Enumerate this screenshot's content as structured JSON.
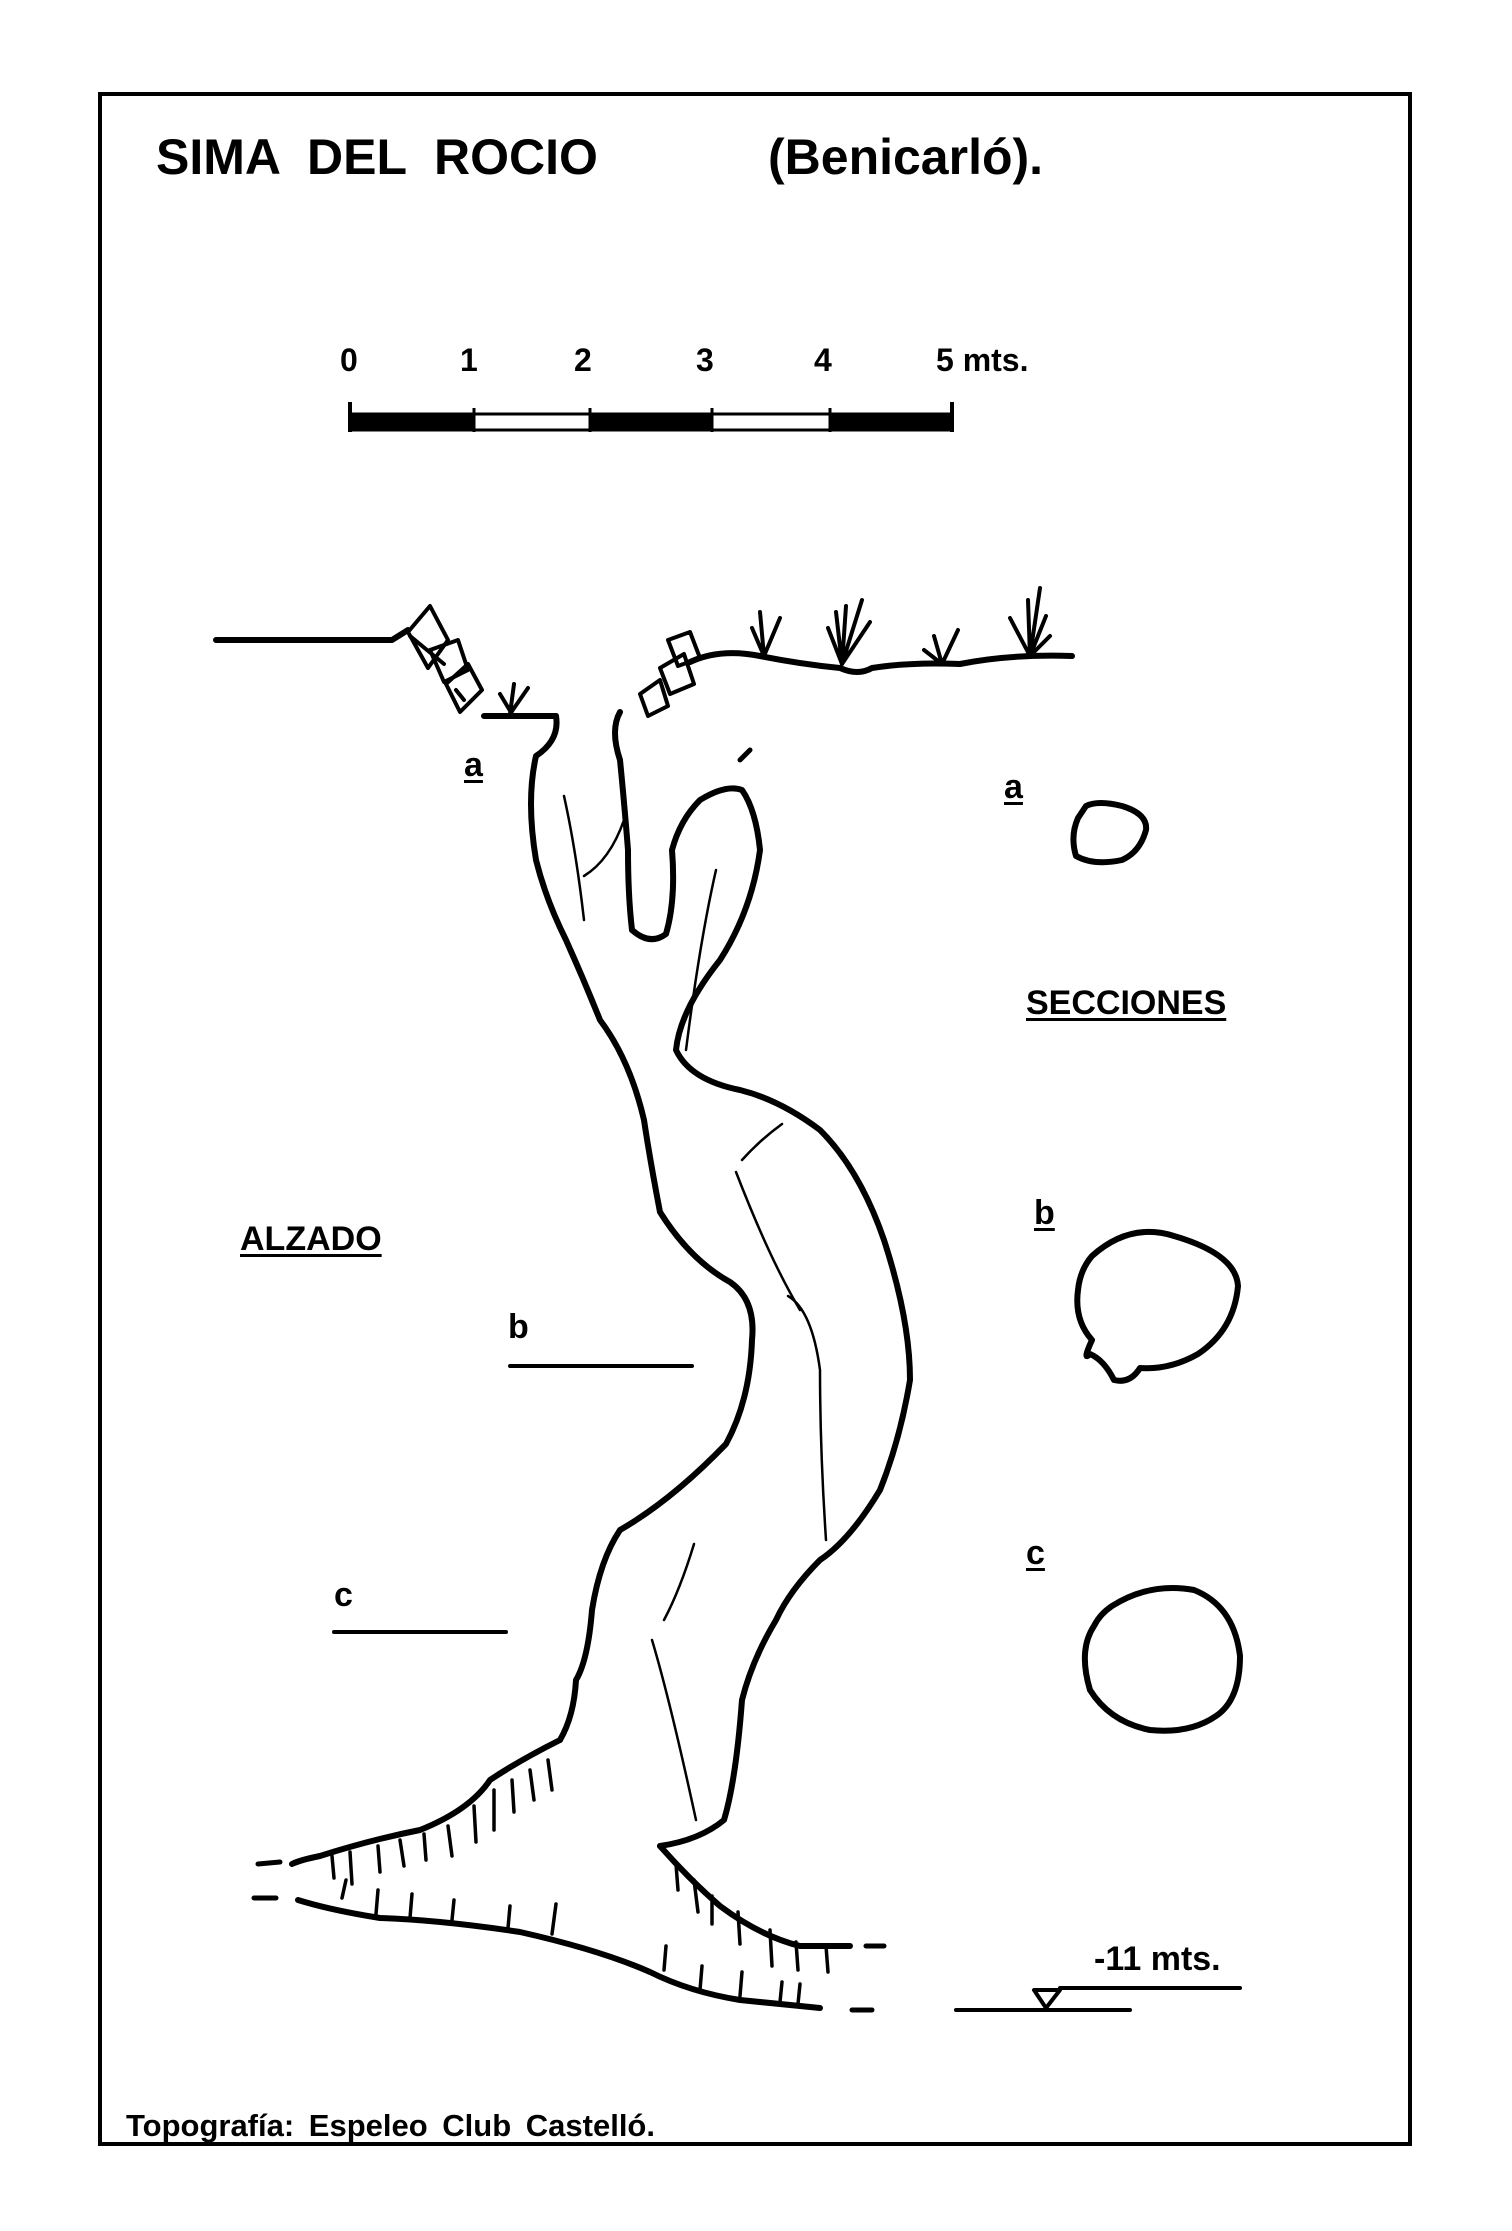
{
  "title": "SIMA  DEL  ROCIO",
  "title_place": "(Benicarló).",
  "scale_bar": {
    "ticks": [
      "0",
      "1",
      "2",
      "3",
      "4",
      "5 mts."
    ]
  },
  "labels": {
    "alzado": "ALZADO",
    "secciones": "SECCIONES"
  },
  "sections": {
    "a": "a",
    "b": "b",
    "c": "c"
  },
  "depth_marker": "-11 mts.",
  "credit": "Topografía:   Espeleo Club Castelló."
}
